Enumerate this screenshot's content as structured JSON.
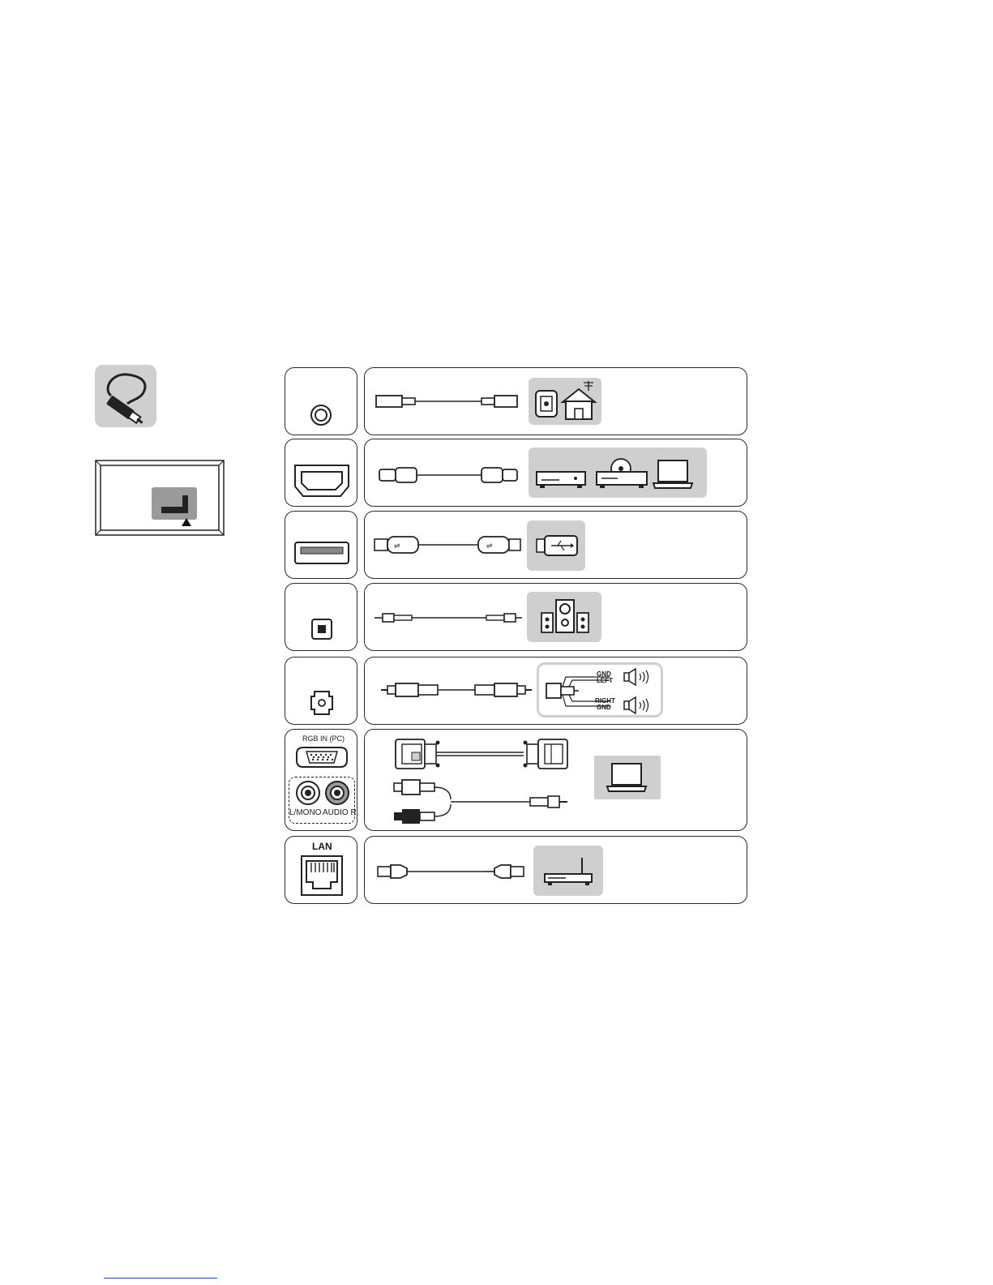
{
  "ports": {
    "rgb_label": "RGB IN (PC)",
    "lmono_label": "L/MONO",
    "audio_r_label": "AUDIO R",
    "lan_label": "LAN"
  },
  "speaker_wiring": {
    "gnd_top": "GND",
    "left": "LEFT",
    "right": "RIGHT",
    "gnd_bottom": "GND"
  },
  "colors": {
    "outline": "#2a2a2a",
    "device_bg": "#cfcfcf",
    "link": "#2b4bd8"
  },
  "rows": [
    {
      "name": "antenna",
      "port_icon": "coax-port-icon",
      "cable_icon": "coax-cable-icon",
      "device_icons": [
        "wall-outlet-icon",
        "house-antenna-icon"
      ]
    },
    {
      "name": "hdmi",
      "port_icon": "hdmi-port-icon",
      "cable_icon": "hdmi-cable-icon",
      "device_icons": [
        "set-top-box-icon",
        "dvd-player-icon",
        "laptop-icon"
      ]
    },
    {
      "name": "usb",
      "port_icon": "usb-port-icon",
      "cable_icon": "usb-cable-icon",
      "device_icons": [
        "usb-drive-icon"
      ]
    },
    {
      "name": "optical",
      "port_icon": "optical-port-icon",
      "cable_icon": "optical-cable-icon",
      "device_icons": [
        "speaker-system-icon"
      ]
    },
    {
      "name": "headphone",
      "port_icon": "headphone-port-icon",
      "cable_icon": "audio-jack-cable-icon",
      "device_icons": [
        "speaker-icon",
        "speaker-icon"
      ]
    },
    {
      "name": "rgb-pc",
      "port_icon": "vga-port-icon",
      "cable_icon": "vga-cable-icon",
      "device_icons": [
        "laptop-icon"
      ]
    },
    {
      "name": "lan",
      "port_icon": "rj45-port-icon",
      "cable_icon": "ethernet-cable-icon",
      "device_icons": [
        "router-icon"
      ]
    }
  ]
}
